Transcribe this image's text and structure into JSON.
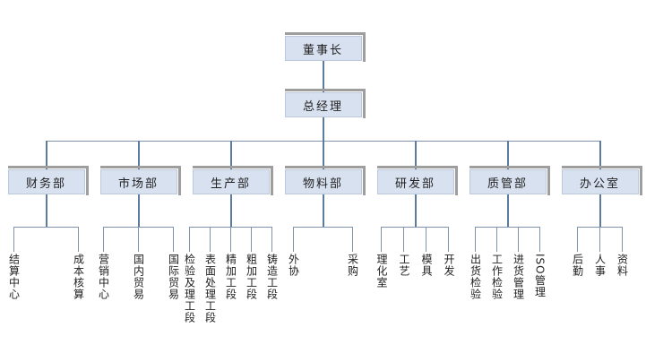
{
  "chart": {
    "type": "org-chart",
    "root_label": "董事长",
    "manager_label": "总经理",
    "departments": [
      {
        "label": "财务部",
        "spacing": 72,
        "children": [
          "结算中心",
          "成本核算"
        ]
      },
      {
        "label": "市场部",
        "spacing": 39,
        "children": [
          "营销中心",
          "国内贸易",
          "国际贸易"
        ]
      },
      {
        "label": "生产部",
        "spacing": 23,
        "children": [
          "检验及理工段",
          "表面处理工段",
          "精加工段",
          "粗加工段",
          "铸造工段"
        ]
      },
      {
        "label": "物料部",
        "spacing": 66,
        "children": [
          "外协",
          "采购"
        ]
      },
      {
        "label": "研发部",
        "spacing": 25,
        "children": [
          "理化室",
          "工艺",
          "模具",
          "开发"
        ]
      },
      {
        "label": "质管部",
        "spacing": 24,
        "children": [
          "出货检验",
          "工作检验",
          "进货管理",
          "ISO管理"
        ]
      },
      {
        "label": "办公室",
        "spacing": 25,
        "children": [
          "后勤",
          "人事",
          "资料"
        ]
      }
    ]
  },
  "colors": {
    "box_fill": "#d8e1f0",
    "box_border": "#bcc8dc",
    "shadow": "#9e9e9e",
    "line_dark": "#5d7b9e",
    "line_light": "#8093ac",
    "text": "#222222",
    "background": "#ffffff"
  }
}
